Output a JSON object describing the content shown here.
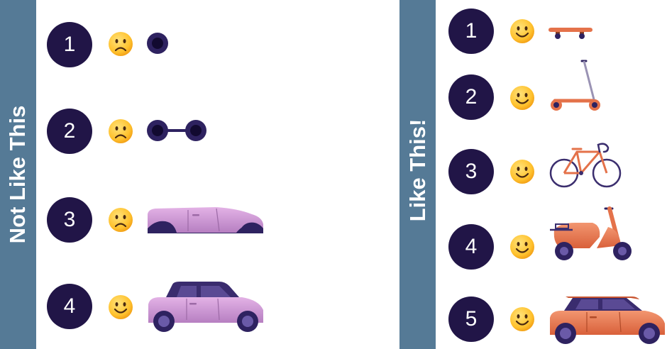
{
  "left_panel": {
    "label": "Not Like This",
    "steps": [
      {
        "number": "1",
        "face": "sad-face-icon",
        "item": "wheel-icon"
      },
      {
        "number": "2",
        "face": "sad-face-icon",
        "item": "axle-icon"
      },
      {
        "number": "3",
        "face": "sad-face-icon",
        "item": "car-body-icon"
      },
      {
        "number": "4",
        "face": "happy-face-icon",
        "item": "car-icon"
      }
    ]
  },
  "right_panel": {
    "label": "Like This!",
    "steps": [
      {
        "number": "1",
        "face": "happy-face-icon",
        "item": "skateboard-icon"
      },
      {
        "number": "2",
        "face": "happy-face-icon",
        "item": "scooter-icon"
      },
      {
        "number": "3",
        "face": "happy-face-icon",
        "item": "bicycle-icon"
      },
      {
        "number": "4",
        "face": "happy-face-icon",
        "item": "motor-scooter-icon"
      },
      {
        "number": "5",
        "face": "happy-face-icon",
        "item": "car-icon"
      }
    ]
  },
  "colors": {
    "band": "#557a96",
    "number_circle": "#211547",
    "wheel": "#2e2260",
    "left_car": "#c98fcf",
    "right_vehicles": "#e4724a"
  }
}
